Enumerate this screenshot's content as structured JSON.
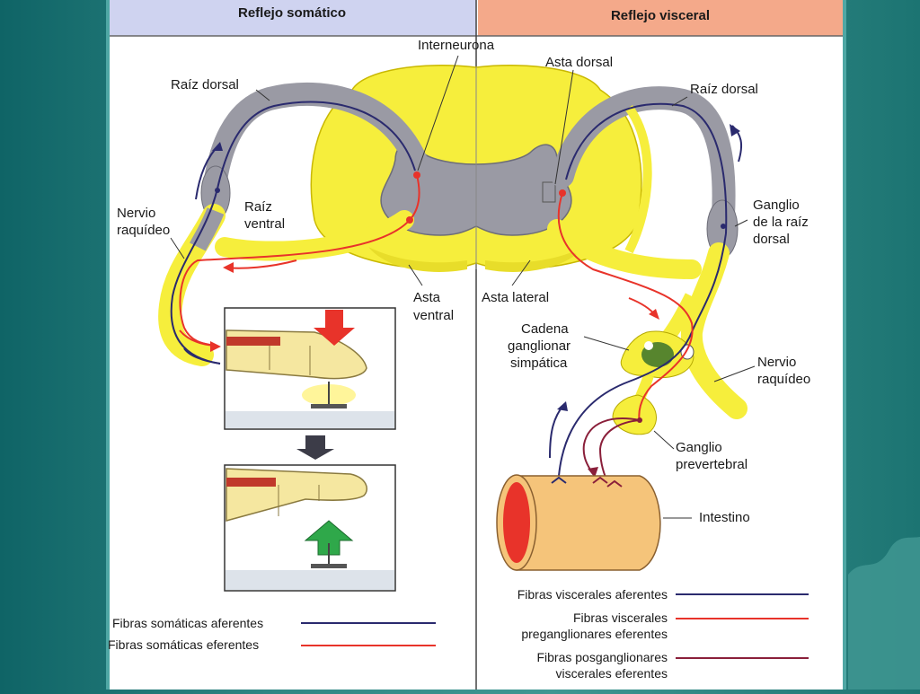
{
  "header": {
    "left_title": "Reflejo somático",
    "right_title": "Reflejo visceral"
  },
  "labels": {
    "interneurona": "Interneurona",
    "asta_dorsal": "Asta dorsal",
    "raiz_dorsal_left": "Raíz dorsal",
    "raiz_dorsal_right": "Raíz dorsal",
    "raiz_ventral": [
      "Raíz",
      "ventral"
    ],
    "nervio_raquideo_left": [
      "Nervio",
      "raquídeo"
    ],
    "asta_ventral": [
      "Asta",
      "ventral"
    ],
    "asta_lateral": "Asta lateral",
    "ganglio_raiz_dorsal": [
      "Ganglio",
      "de la raíz",
      "dorsal"
    ],
    "cadena_ganglionar": [
      "Cadena",
      "ganglionar",
      "simpática"
    ],
    "nervio_raquideo_right": [
      "Nervio",
      "raquídeo"
    ],
    "ganglio_prevertebral": [
      "Ganglio",
      "prevertebral"
    ],
    "intestino": "Intestino"
  },
  "legend_left": [
    {
      "text": [
        "Fibras somáticas aferentes"
      ],
      "color": "#2a2a6e"
    },
    {
      "text": [
        "Fibras somáticas eferentes"
      ],
      "color": "#e8332a"
    }
  ],
  "legend_right": [
    {
      "text": [
        "Fibras viscerales aferentes"
      ],
      "color": "#2a2a6e"
    },
    {
      "text": [
        "Fibras viscerales",
        "preganglionares eferentes"
      ],
      "color": "#e8332a"
    },
    {
      "text": [
        "Fibras posganglionares",
        "viscerales eferentes"
      ],
      "color": "#8a1f3a"
    }
  ],
  "colors": {
    "panel_left": "#cfd3f0",
    "panel_right": "#f4a98a",
    "spinal_yellow": "#f6ee3c",
    "gray_matter": "#9a9aa4",
    "afferent": "#2a2a6e",
    "efferent": "#e8332a",
    "postganglionic": "#8a1f3a",
    "finger": "#f5e7a0",
    "intestine": "#f5c47a"
  }
}
